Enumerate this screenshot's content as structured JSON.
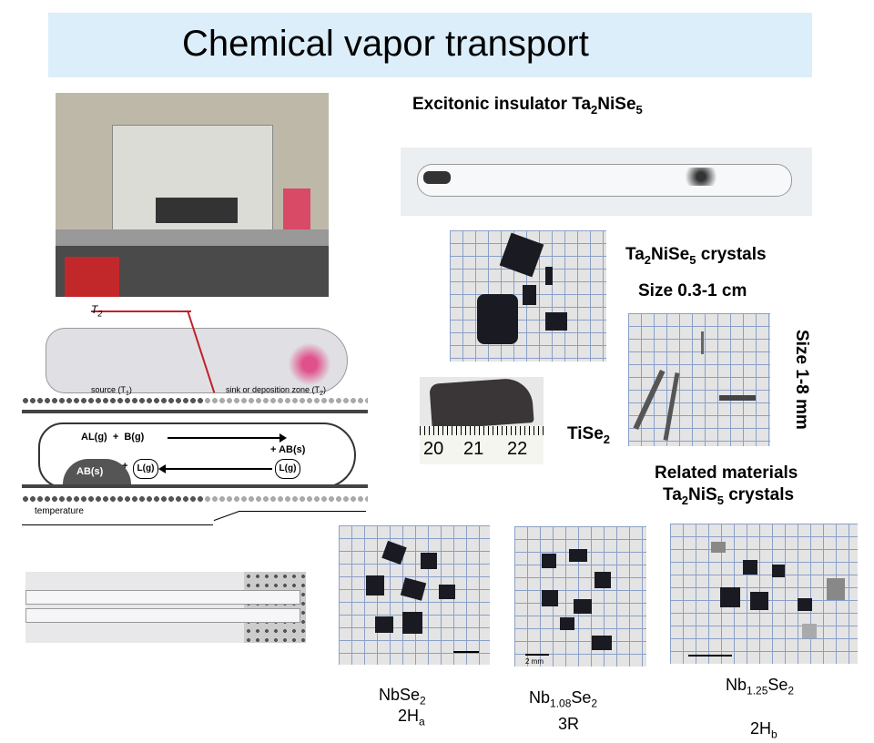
{
  "title": "Chemical vapor transport",
  "excitonic_heading": {
    "prefix": "Excitonic insulator Ta",
    "s1": "2",
    "mid": "NiSe",
    "s2": "5"
  },
  "crystals_label": {
    "a": "Ta",
    "s1": "2",
    "b": "NiSe",
    "s2": "5",
    "c": " crystals"
  },
  "size_label_1": "Size 0.3-1 cm",
  "size_label_2": "Size 1-8 mm",
  "tise2": {
    "a": "TiSe",
    "s": "2"
  },
  "related": {
    "line1": "Related materials",
    "a": "Ta",
    "s1": "2",
    "b": "NiS",
    "s2": "5",
    "c": " crystals"
  },
  "diagram": {
    "t2": "T",
    "t2_sub": "2",
    "source": "source (T",
    "source_sub": "1",
    "source_end": ")",
    "sink": "sink or deposition zone (T",
    "sink_sub": "2",
    "sink_end": ")",
    "al_g": "AL(g)  +  B(g)",
    "ab_s_right": "+ AB(s)",
    "ab_s_left": "AB(s)",
    "plus_l": "+",
    "l_g_left": "L(g)",
    "l_g_right": "L(g)",
    "temperature": "temperature"
  },
  "ruler": {
    "n1": "20",
    "n2": "21",
    "n3": "22"
  },
  "scale_2mm": "2 mm",
  "samples": [
    {
      "a": "NbSe",
      "sub1": "2",
      "b": "",
      "sub2": "",
      "line2": "2H",
      "line2_sub": "a"
    },
    {
      "a": "Nb",
      "sub1": "1.08",
      "b": "Se",
      "sub2": "2",
      "line2": "3R",
      "line2_sub": ""
    },
    {
      "a": "Nb",
      "sub1": "1.25",
      "b": "Se",
      "sub2": "2",
      "line2": "2H",
      "line2_sub": "b"
    }
  ]
}
